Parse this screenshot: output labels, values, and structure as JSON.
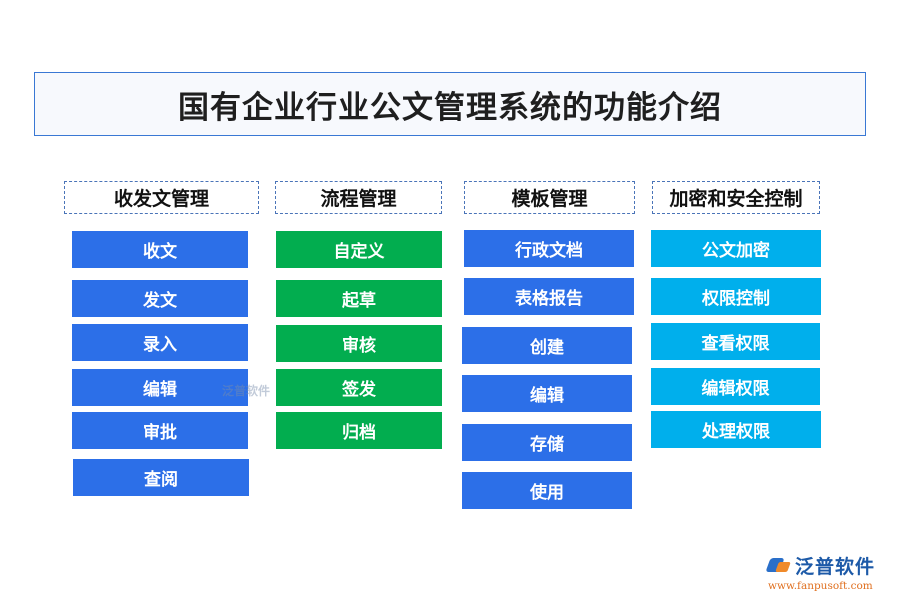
{
  "title": "国有企业行业公文管理系统的功能介绍",
  "colors": {
    "blue": "#2c6fe8",
    "green": "#02ad4f",
    "cyan": "#00afec",
    "title_border": "#3a78d4",
    "dashed_border": "#4a74b8"
  },
  "columns": [
    {
      "header": "收发文管理",
      "color": "blue",
      "items": [
        "收文",
        "发文",
        "录入",
        "编辑",
        "审批",
        "查阅"
      ]
    },
    {
      "header": "流程管理",
      "color": "green",
      "items": [
        "自定义",
        "起草",
        "审核",
        "签发",
        "归档"
      ]
    },
    {
      "header": "模板管理",
      "color": "blue",
      "items": [
        "行政文档",
        "表格报告",
        "创建",
        "编辑",
        "存储",
        "使用"
      ]
    },
    {
      "header": "加密和安全控制",
      "color": "cyan",
      "items": [
        "公文加密",
        "权限控制",
        "查看权限",
        "编辑权限",
        "处理权限"
      ]
    }
  ],
  "watermark": "泛普软件",
  "logo": {
    "name": "泛普软件",
    "url": "www.fanpusoft.com"
  }
}
